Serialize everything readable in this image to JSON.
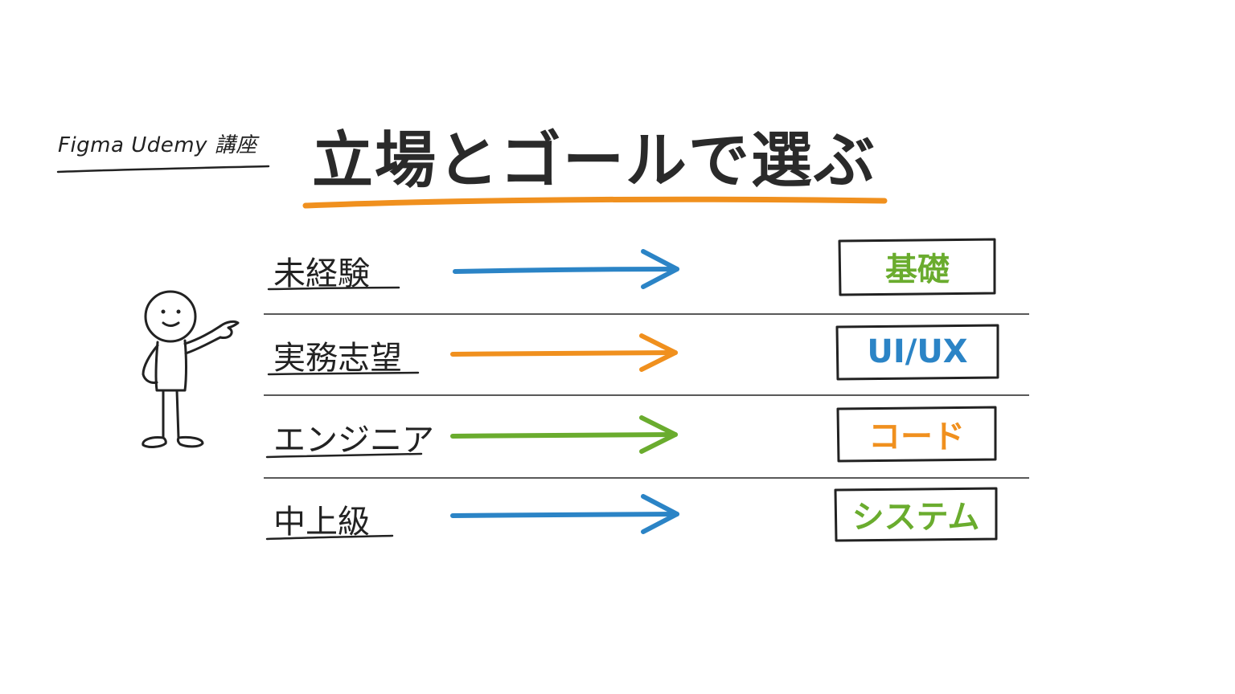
{
  "course_label": "Figma Udemy 講座",
  "title": "立場とゴールで選ぶ",
  "colors": {
    "title_underline": "#f0901e",
    "ink": "#222222",
    "blue": "#2b84c6",
    "orange": "#f0901e",
    "green": "#6aac2e"
  },
  "rows": [
    {
      "role": "未経験",
      "goal": "基礎",
      "arrow_color": "blue",
      "goal_color": "green"
    },
    {
      "role": "実務志望",
      "goal": "UI/UX",
      "arrow_color": "orange",
      "goal_color": "blue"
    },
    {
      "role": "エンジニア",
      "goal": "コード",
      "arrow_color": "green",
      "goal_color": "orange"
    },
    {
      "role": "中上級",
      "goal": "システム",
      "arrow_color": "blue",
      "goal_color": "green"
    }
  ],
  "illustration": {
    "figure": "stick-figure-pointing-icon"
  }
}
